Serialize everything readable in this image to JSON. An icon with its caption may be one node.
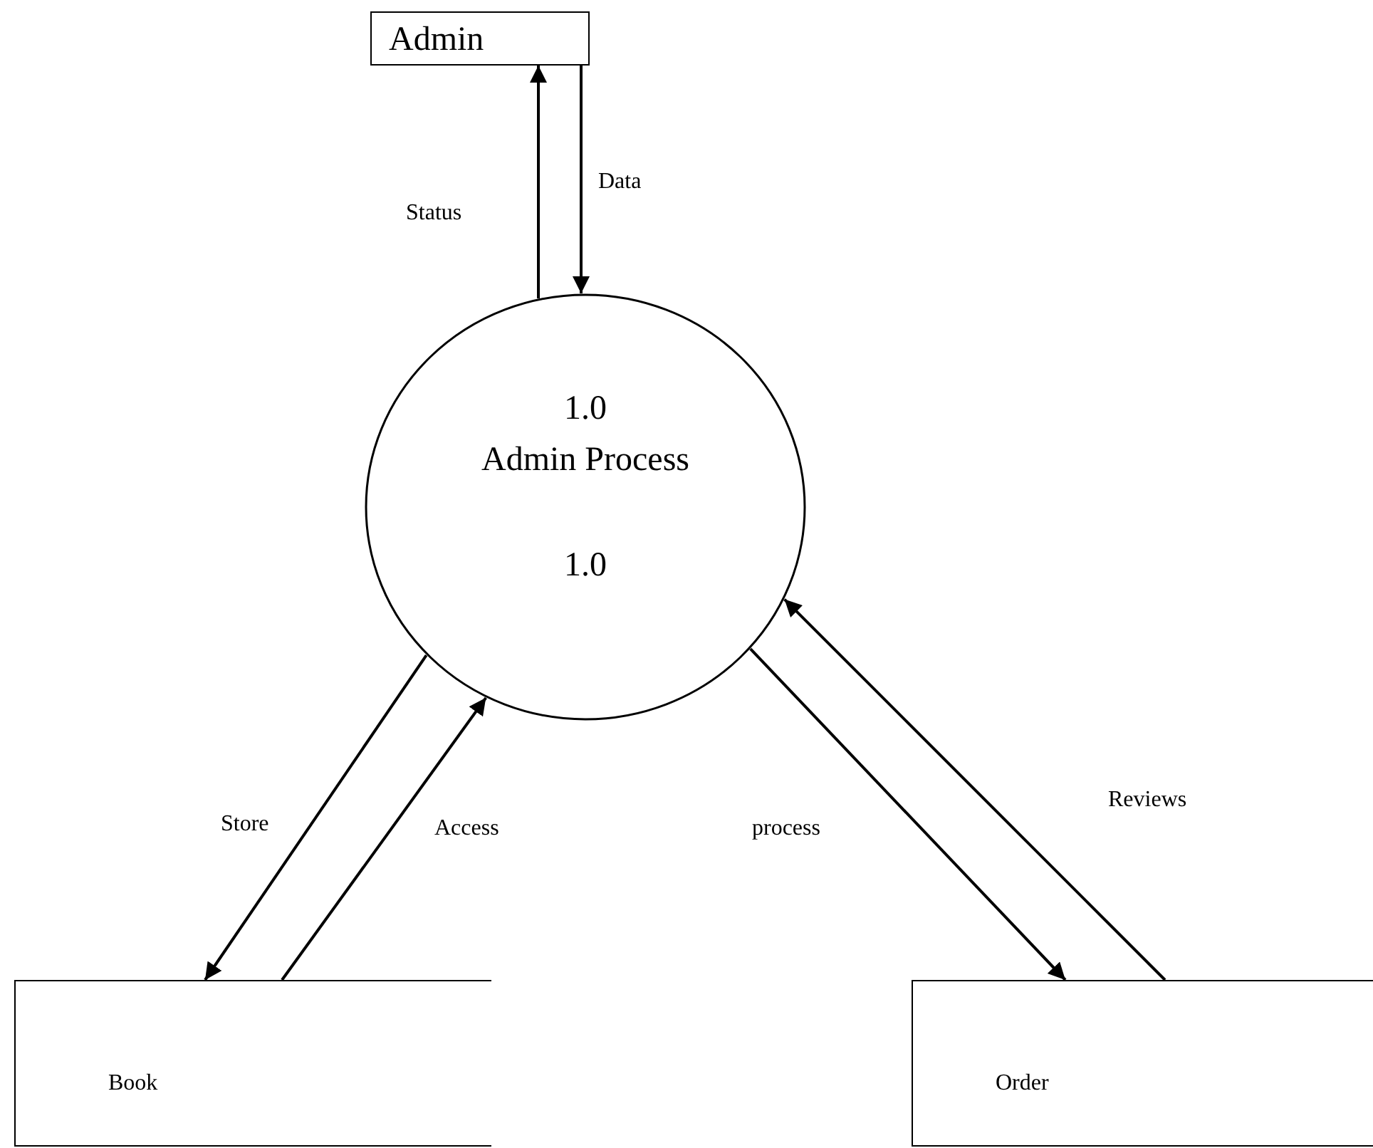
{
  "diagram": {
    "nodes": [
      {
        "text": [
          "Admin"
        ]
      },
      {
        "text": [
          "1.0",
          "Admin Process",
          "1.0"
        ]
      },
      {
        "text": [
          "Book"
        ]
      },
      {
        "text": [
          "Order"
        ]
      }
    ],
    "edges": [
      {
        "from": 1,
        "to": 0,
        "arrow": "to",
        "label": "Status"
      },
      {
        "from": 0,
        "to": 1,
        "arrow": "to",
        "label": "Data"
      },
      {
        "from": 1,
        "to": 2,
        "arrow": "to",
        "label": "Store"
      },
      {
        "from": 2,
        "to": 1,
        "arrow": "to",
        "label": "Access"
      },
      {
        "from": 1,
        "to": 3,
        "arrow": "to",
        "label": "process"
      },
      {
        "from": 3,
        "to": 1,
        "arrow": "to",
        "label": "Reviews"
      }
    ]
  }
}
